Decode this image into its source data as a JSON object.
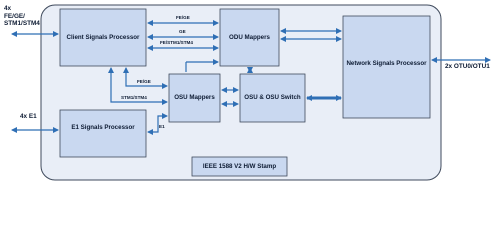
{
  "colors": {
    "board_fill": "#e9eef7",
    "block_fill": "#c9d8f0",
    "border": "#3f4a5c",
    "arrow": "#2f6fb5",
    "text": "#0d1b33"
  },
  "inputs": {
    "client_ports_line1": "4x",
    "client_ports_line2": "FE/GE/",
    "client_ports_line3": "STM1/STM4",
    "e1_ports": "4x E1",
    "otu_ports": "2x OTU0/OTU1"
  },
  "blocks": {
    "client_processor": "Client Signals Processor",
    "odu_mappers": "ODU Mappers",
    "network_processor": "Network Signals Processor",
    "osu_mappers": "OSU Mappers",
    "osu_switch": "OSU & OSU Switch",
    "e1_processor": "E1 Signals Processor",
    "ieee_stamp": "IEEE 1588 V2 H/W Stamp"
  },
  "signals": {
    "fe_ge_top": "FE/GE",
    "ge_mid": "GE",
    "fe_stm_bottom": "FE/STM1/STM4",
    "fe_ge_osu": "FE/GE",
    "stm_osu": "STM1/STM4",
    "e1_osu": "E1"
  }
}
